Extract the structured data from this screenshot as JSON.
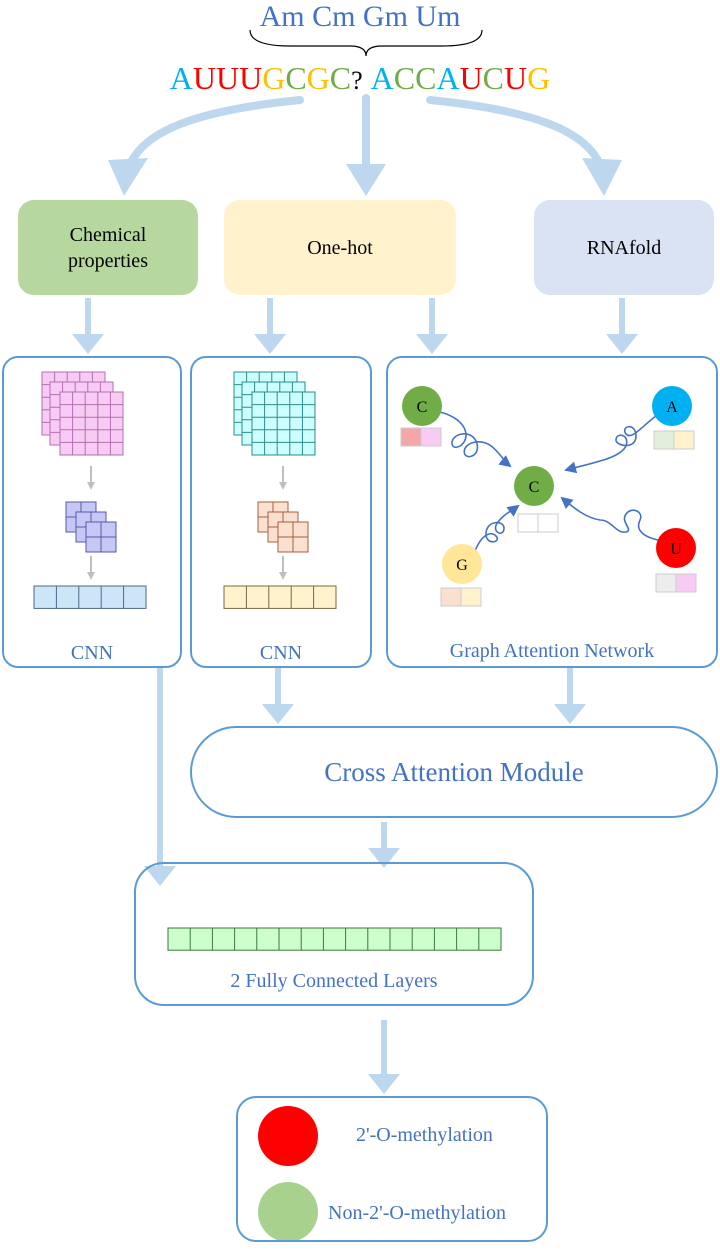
{
  "modifications": "Am Cm Gm Um",
  "sequence": [
    {
      "ch": "A",
      "color": "#00B0F0"
    },
    {
      "ch": "U",
      "color": "#FF0000"
    },
    {
      "ch": "U",
      "color": "#FF0000"
    },
    {
      "ch": "U",
      "color": "#FF0000"
    },
    {
      "ch": "G",
      "color": "#FFC000"
    },
    {
      "ch": "C",
      "color": "#70AD47"
    },
    {
      "ch": "G",
      "color": "#FFC000"
    },
    {
      "ch": "C",
      "color": "#70AD47"
    },
    {
      "ch": "?",
      "color": "#000000"
    },
    {
      "ch": " ",
      "color": "#000000"
    },
    {
      "ch": "A",
      "color": "#00B0F0"
    },
    {
      "ch": "C",
      "color": "#70AD47"
    },
    {
      "ch": "C",
      "color": "#70AD47"
    },
    {
      "ch": "A",
      "color": "#00B0F0"
    },
    {
      "ch": "U",
      "color": "#FF0000"
    },
    {
      "ch": "C",
      "color": "#70AD47"
    },
    {
      "ch": "U",
      "color": "#FF0000"
    },
    {
      "ch": "G",
      "color": "#FFC000"
    }
  ],
  "features": {
    "chemical": "Chemical properties",
    "onehot": "One-hot",
    "rnafold": "RNAfold"
  },
  "panels": {
    "cnn1": "CNN",
    "cnn2": "CNN",
    "gat": "Graph Attention Network"
  },
  "graph": {
    "nodes": [
      {
        "label": "C",
        "color": "#70AD47"
      },
      {
        "label": "A",
        "color": "#00B0F0"
      },
      {
        "label": "C",
        "color": "#70AD47"
      },
      {
        "label": "G",
        "color": "#FFE699"
      },
      {
        "label": "U",
        "color": "#FF0000"
      }
    ]
  },
  "cross_attention": "Cross Attention Module",
  "fully_connected": "2 Fully Connected Layers",
  "legend": {
    "positive": {
      "label": "2'-O-methylation",
      "color": "#FF0000"
    },
    "negative": {
      "label": "Non-2'-O-methylation",
      "color": "#A9D18E"
    }
  },
  "colors": {
    "arrow": "#BDD7EE",
    "panel_border": "#5B9BD5",
    "label_blue": "#4472C4",
    "pink_grid": "#F8CBF5",
    "pink_grid_line": "#B46FAF",
    "cyan_grid": "#CCFFFF",
    "cyan_grid_line": "#2E8B8B",
    "purple_grid": "#C5C7F7",
    "peach_grid": "#FBE0D0",
    "blue_vec": "#CDE6F7",
    "yellow_vec": "#FFF2CC",
    "green_vec": "#CCFFCC"
  }
}
